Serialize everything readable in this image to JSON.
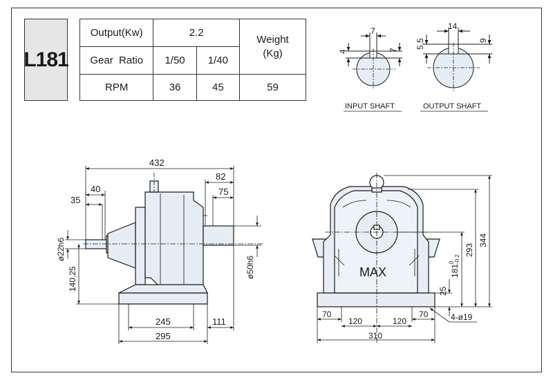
{
  "model": "L181",
  "spec": {
    "output_label": "Output(Kw)",
    "output_value": "2.2",
    "weight_label": "Weight\n(Kg)",
    "weight_value": "59",
    "gear_ratio_label": "Gear  Ratio",
    "ratio_1": "1/50",
    "ratio_2": "1/40",
    "rpm_label": "RPM",
    "rpm_1": "36",
    "rpm_2": "45"
  },
  "shafts": {
    "input_label": "INPUT SHAFT",
    "output_label": "OUTPUT SHAFT",
    "input_key_width": "7",
    "input_key_depth": "4",
    "input_key_height": "7",
    "output_key_width": "14",
    "output_key_depth": "5.5",
    "output_key_height": "9"
  },
  "side_view": {
    "overall_length": "432",
    "output_shaft_len": "82",
    "output_shaft_key": "75",
    "input_shaft_len": "40",
    "input_key_len": "35",
    "input_dia": "ø22h6",
    "output_dia": "ø50h6",
    "input_height": "140.25",
    "base_length": "245",
    "base_offset": "111",
    "base_total": "295"
  },
  "front_view": {
    "label": "MAX",
    "overall_height": "344",
    "top_height": "293",
    "shaft_center": "181",
    "shaft_tol": "0\n-0.2",
    "base_thickness": "25",
    "foot_left": "70",
    "half_span_left": "120",
    "half_span_right": "120",
    "foot_right": "70",
    "bolt_holes": "4-ø19",
    "overall_width": "310"
  }
}
